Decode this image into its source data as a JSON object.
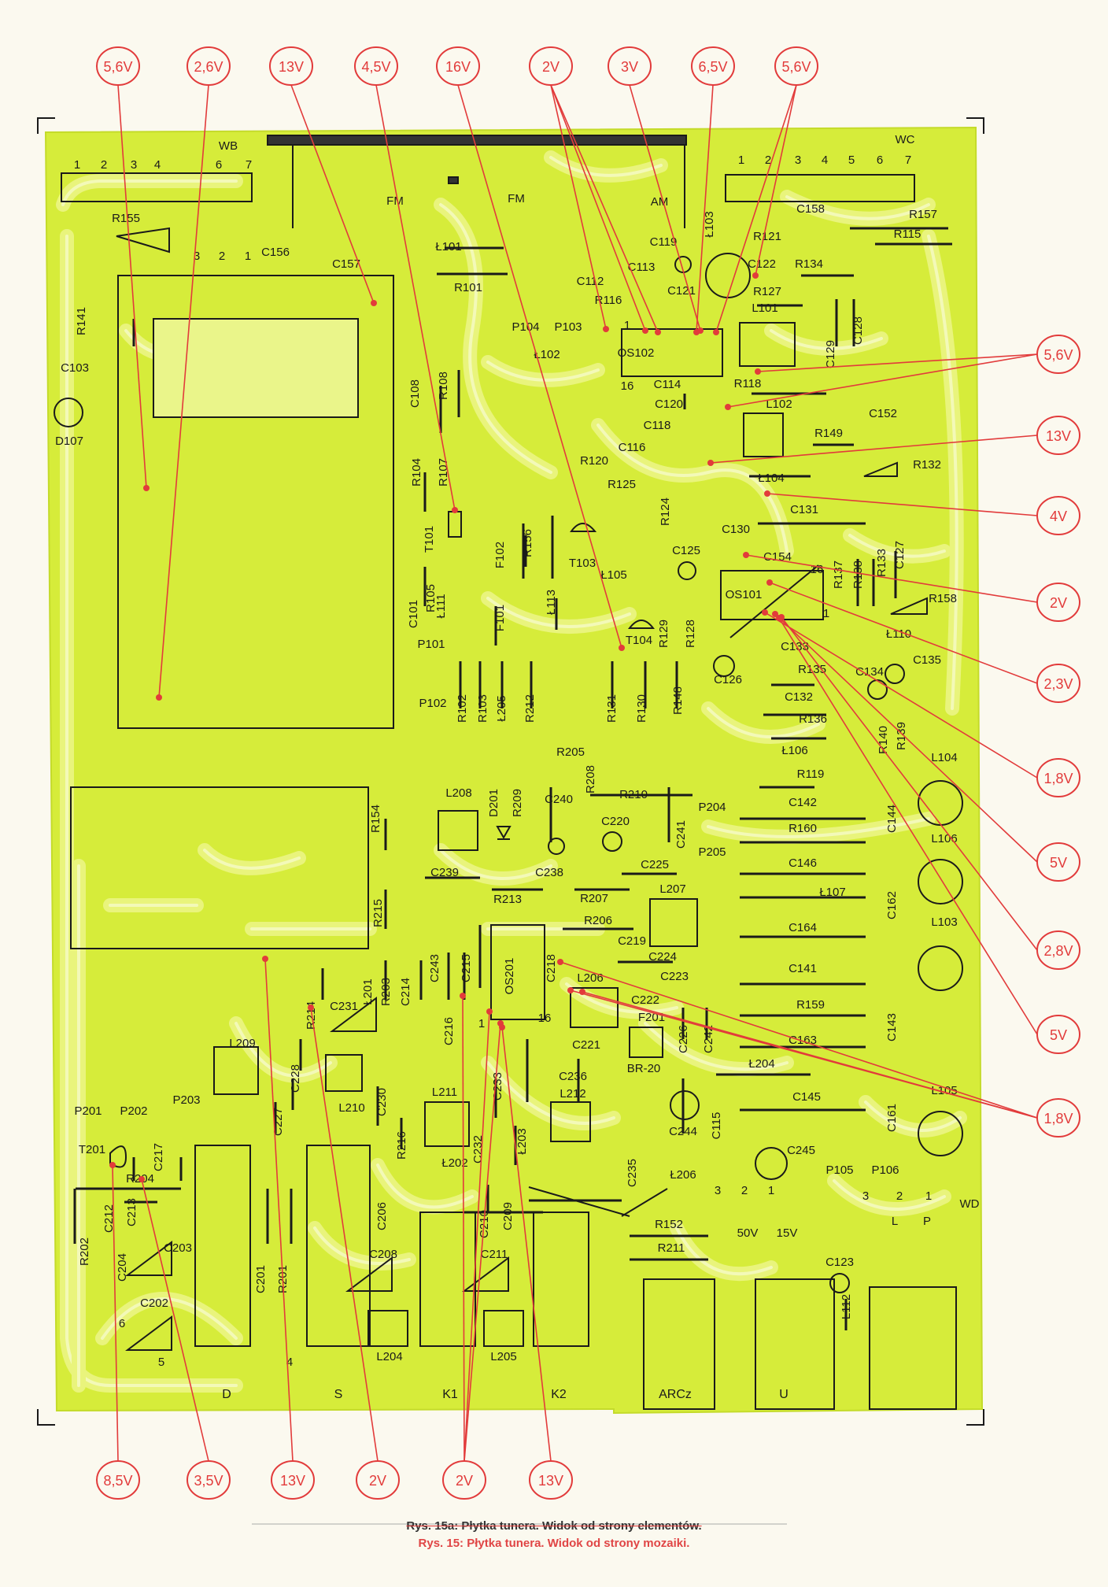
{
  "colors": {
    "board": "#d6ec3a",
    "board_light": "#e9f47c",
    "ink": "#1a1a1a",
    "probe": "#e23b3b",
    "paper": "#fbf9ef"
  },
  "captions": {
    "strike": "Rys. 15a: Płytka tunera. Widok od strony elementów.",
    "main": "Rys. 15: Płytka tunera. Widok od strony mozaiki."
  },
  "connectors": {
    "WB": {
      "label": "WB",
      "pins": [
        "1",
        "2",
        "3",
        "4",
        "6",
        "7"
      ]
    },
    "WC": {
      "label": "WC",
      "pins": [
        "1",
        "2",
        "3",
        "4",
        "5",
        "6",
        "7"
      ]
    },
    "WD": {
      "label": "WD",
      "pins": [
        "3",
        "2",
        "1"
      ]
    },
    "P105": "P105",
    "P106": "P106",
    "band_labels": [
      "FM",
      "FM",
      "AM"
    ],
    "bottom_labels": [
      "D",
      "S",
      "K1",
      "K2",
      "ARCz",
      "U"
    ],
    "lp": [
      "L",
      "P"
    ],
    "volt_marks": [
      "50V",
      "15V"
    ]
  },
  "test_points_top": [
    "5,6V",
    "2,6V",
    "13V",
    "4,5V",
    "16V",
    "2V",
    "3V",
    "6,5V",
    "5,6V"
  ],
  "test_points_right": [
    "5,6V",
    "13V",
    "4V",
    "2V",
    "2,3V",
    "1,8V",
    "5V",
    "2,8V",
    "5V",
    "1,8V"
  ],
  "test_points_bottom": [
    "8,5V",
    "3,5V",
    "13V",
    "2V",
    "2V",
    "13V"
  ],
  "components": [
    {
      "id": "R155"
    },
    {
      "id": "C156"
    },
    {
      "id": "C157"
    },
    {
      "id": "Ł101"
    },
    {
      "id": "R101"
    },
    {
      "id": "R141"
    },
    {
      "id": "C103"
    },
    {
      "id": "D107"
    },
    {
      "id": "C108"
    },
    {
      "id": "R108"
    },
    {
      "id": "R104"
    },
    {
      "id": "R107"
    },
    {
      "id": "T101"
    },
    {
      "id": "C101"
    },
    {
      "id": "R105"
    },
    {
      "id": "Ł111"
    },
    {
      "id": "P101"
    },
    {
      "id": "P102"
    },
    {
      "id": "F102"
    },
    {
      "id": "F101"
    },
    {
      "id": "R156"
    },
    {
      "id": "Ł113"
    },
    {
      "id": "T103"
    },
    {
      "id": "Ł105"
    },
    {
      "id": "T104"
    },
    {
      "id": "R129"
    },
    {
      "id": "R128"
    },
    {
      "id": "C125"
    },
    {
      "id": "C126"
    },
    {
      "id": "R102"
    },
    {
      "id": "R103"
    },
    {
      "id": "Ł205"
    },
    {
      "id": "R212"
    },
    {
      "id": "R131"
    },
    {
      "id": "R130"
    },
    {
      "id": "R148"
    },
    {
      "id": "P104"
    },
    {
      "id": "P103"
    },
    {
      "id": "Ł102"
    },
    {
      "id": "C112"
    },
    {
      "id": "C113"
    },
    {
      "id": "R116"
    },
    {
      "id": "C121"
    },
    {
      "id": "C119"
    },
    {
      "id": "Ł103"
    },
    {
      "id": "R121"
    },
    {
      "id": "C122"
    },
    {
      "id": "R127"
    },
    {
      "id": "L101"
    },
    {
      "id": "OS102"
    },
    {
      "id": "C114"
    },
    {
      "id": "C120"
    },
    {
      "id": "R118"
    },
    {
      "id": "C118"
    },
    {
      "id": "C116"
    },
    {
      "id": "R120"
    },
    {
      "id": "R125"
    },
    {
      "id": "R124"
    },
    {
      "id": "L102"
    },
    {
      "id": "R149"
    },
    {
      "id": "C152"
    },
    {
      "id": "Ł104"
    },
    {
      "id": "R132"
    },
    {
      "id": "C131"
    },
    {
      "id": "C158"
    },
    {
      "id": "R157"
    },
    {
      "id": "R115"
    },
    {
      "id": "R134"
    },
    {
      "id": "C129"
    },
    {
      "id": "C128"
    },
    {
      "id": "C130"
    },
    {
      "id": "C154"
    },
    {
      "id": "R137"
    },
    {
      "id": "R138"
    },
    {
      "id": "R133"
    },
    {
      "id": "C127"
    },
    {
      "id": "OS101"
    },
    {
      "id": "R158"
    },
    {
      "id": "Ł110"
    },
    {
      "id": "C133"
    },
    {
      "id": "C135"
    },
    {
      "id": "R135"
    },
    {
      "id": "C134"
    },
    {
      "id": "C132"
    },
    {
      "id": "R136"
    },
    {
      "id": "R140"
    },
    {
      "id": "R139"
    },
    {
      "id": "Ł106"
    },
    {
      "id": "R119"
    },
    {
      "id": "L104"
    },
    {
      "id": "C142"
    },
    {
      "id": "R160"
    },
    {
      "id": "C144"
    },
    {
      "id": "L106"
    },
    {
      "id": "C146"
    },
    {
      "id": "Ł107"
    },
    {
      "id": "C162"
    },
    {
      "id": "C164"
    },
    {
      "id": "L103"
    },
    {
      "id": "C141"
    },
    {
      "id": "R159"
    },
    {
      "id": "C143"
    },
    {
      "id": "C163"
    },
    {
      "id": "Ł204"
    },
    {
      "id": "C145"
    },
    {
      "id": "L105"
    },
    {
      "id": "C161"
    },
    {
      "id": "C245"
    },
    {
      "id": "R205"
    },
    {
      "id": "R208"
    },
    {
      "id": "R210"
    },
    {
      "id": "P204"
    },
    {
      "id": "P205"
    },
    {
      "id": "C241"
    },
    {
      "id": "L208"
    },
    {
      "id": "D201"
    },
    {
      "id": "R209"
    },
    {
      "id": "C240"
    },
    {
      "id": "C220"
    },
    {
      "id": "C238"
    },
    {
      "id": "C239"
    },
    {
      "id": "C225"
    },
    {
      "id": "L207"
    },
    {
      "id": "R207"
    },
    {
      "id": "R206"
    },
    {
      "id": "C219"
    },
    {
      "id": "C224"
    },
    {
      "id": "C223"
    },
    {
      "id": "R154"
    },
    {
      "id": "R215"
    },
    {
      "id": "R213"
    },
    {
      "id": "OS201"
    },
    {
      "id": "C218"
    },
    {
      "id": "L206"
    },
    {
      "id": "C222"
    },
    {
      "id": "F201"
    },
    {
      "id": "C221"
    },
    {
      "id": "C226"
    },
    {
      "id": "C242"
    },
    {
      "id": "BR-20"
    },
    {
      "id": "Ł201"
    },
    {
      "id": "R203"
    },
    {
      "id": "C214"
    },
    {
      "id": "C243"
    },
    {
      "id": "C215"
    },
    {
      "id": "C216"
    },
    {
      "id": "R214"
    },
    {
      "id": "C231"
    },
    {
      "id": "L209"
    },
    {
      "id": "C228"
    },
    {
      "id": "L210"
    },
    {
      "id": "C227"
    },
    {
      "id": "C230"
    },
    {
      "id": "L211"
    },
    {
      "id": "C233"
    },
    {
      "id": "C236"
    },
    {
      "id": "L212"
    },
    {
      "id": "C244"
    },
    {
      "id": "C115"
    },
    {
      "id": "R216"
    },
    {
      "id": "Ł202"
    },
    {
      "id": "C232"
    },
    {
      "id": "Ł203"
    },
    {
      "id": "C235"
    },
    {
      "id": "Ł206"
    },
    {
      "id": "P201"
    },
    {
      "id": "P202"
    },
    {
      "id": "P203"
    },
    {
      "id": "T201"
    },
    {
      "id": "C217"
    },
    {
      "id": "R204"
    },
    {
      "id": "C212"
    },
    {
      "id": "C213"
    },
    {
      "id": "R202"
    },
    {
      "id": "C204"
    },
    {
      "id": "C203"
    },
    {
      "id": "C202"
    },
    {
      "id": "C201"
    },
    {
      "id": "R201"
    },
    {
      "id": "C206"
    },
    {
      "id": "C208"
    },
    {
      "id": "L204"
    },
    {
      "id": "C210"
    },
    {
      "id": "C209"
    },
    {
      "id": "C211"
    },
    {
      "id": "L205"
    },
    {
      "id": "R152"
    },
    {
      "id": "R211"
    },
    {
      "id": "C123"
    },
    {
      "id": "Ł112"
    }
  ],
  "pin_numbers": {
    "os102": [
      "1",
      "16"
    ],
    "os101": [
      "16",
      "1"
    ],
    "os201": [
      "1",
      "16"
    ],
    "r155": [
      "3",
      "2",
      "1"
    ],
    "ł206": [
      "3",
      "2",
      "1"
    ],
    "misc": [
      "6",
      "5",
      "4"
    ]
  }
}
